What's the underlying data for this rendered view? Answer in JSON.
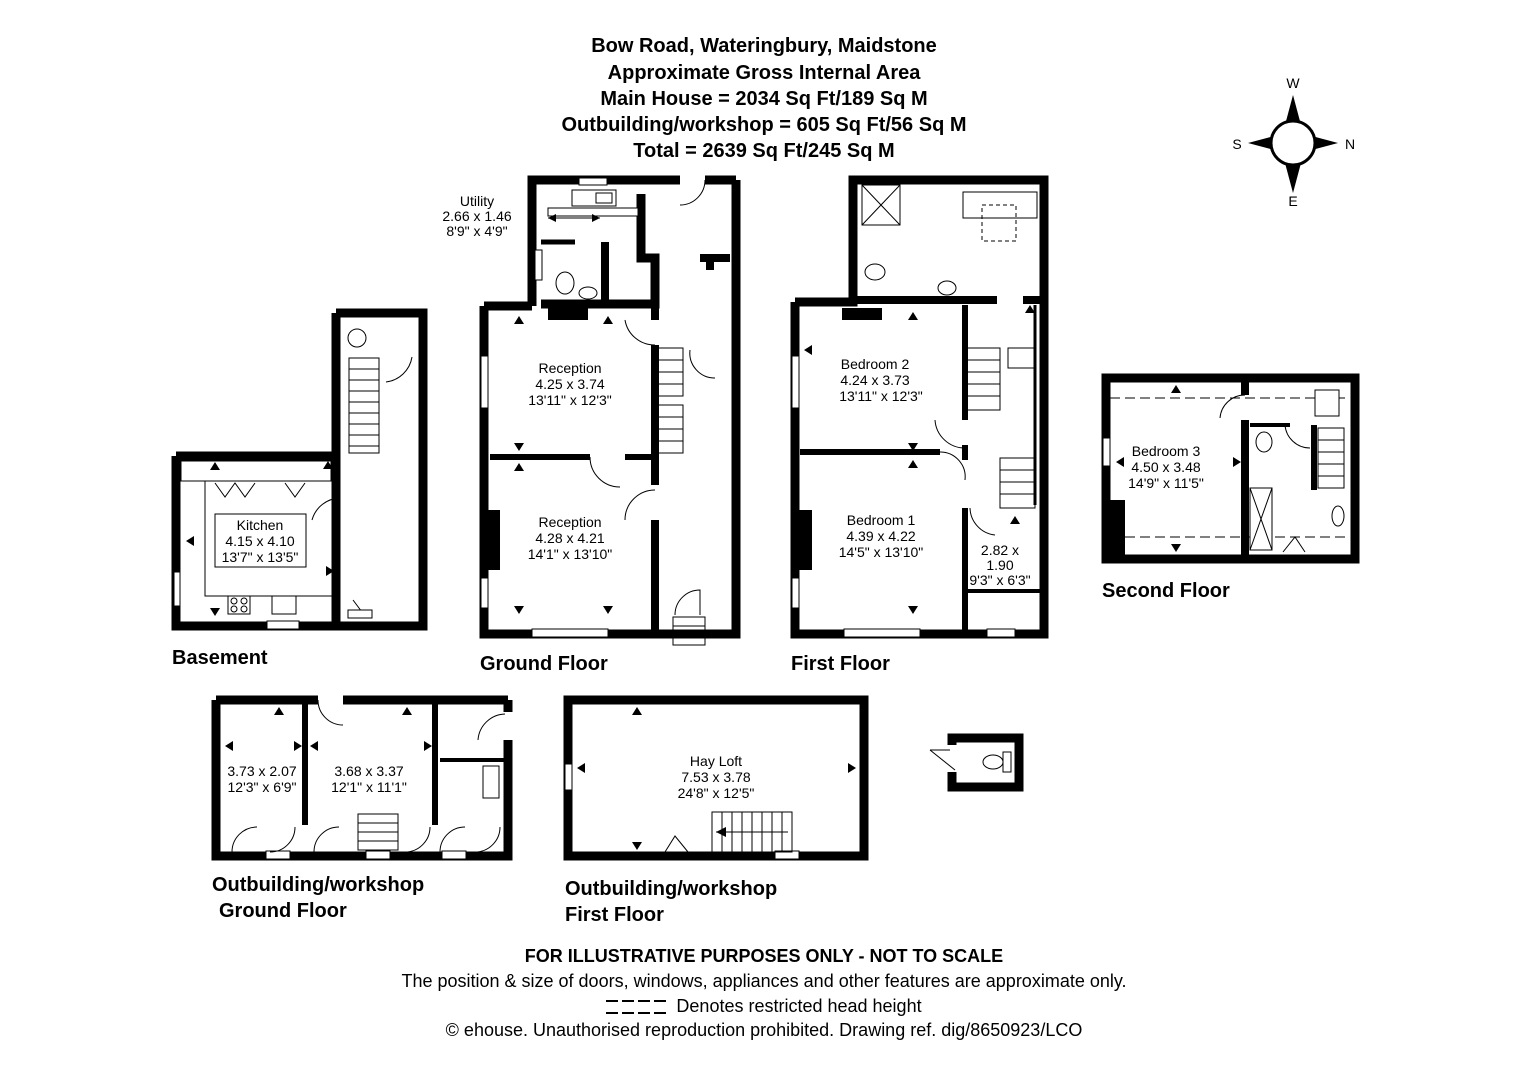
{
  "header": {
    "line1": "Bow Road, Wateringbury, Maidstone",
    "line2": "Approximate Gross Internal Area",
    "line3": "Main House = 2034 Sq Ft/189 Sq M",
    "line4": "Outbuilding/workshop = 605 Sq Ft/56 Sq M",
    "line5": "Total = 2639 Sq Ft/245 Sq M"
  },
  "compass": {
    "top": "W",
    "left": "S",
    "right": "N",
    "bottom": "E"
  },
  "floors": {
    "basement": "Basement",
    "ground": "Ground Floor",
    "first": "First Floor",
    "second": "Second Floor",
    "out_ground_1": "Outbuilding/workshop",
    "out_ground_2": "Ground Floor",
    "out_first_1": "Outbuilding/workshop",
    "out_first_2": "First Floor"
  },
  "rooms": {
    "kitchen": {
      "name": "Kitchen",
      "metric": "4.15 x 4.10",
      "imperial": "13'7\" x 13'5\""
    },
    "utility": {
      "name": "Utility",
      "metric": "2.66 x 1.46",
      "imperial": "8'9\" x 4'9\""
    },
    "reception_rear": {
      "name": "Reception",
      "metric": "4.25 x 3.74",
      "imperial": "13'11\" x 12'3\""
    },
    "reception_front": {
      "name": "Reception",
      "metric": "4.28 x 4.21",
      "imperial": "14'1\" x 13'10\""
    },
    "bedroom2": {
      "name": "Bedroom 2",
      "metric": "4.24 x 3.73",
      "imperial": "13'11\" x 12'3\""
    },
    "bedroom1": {
      "name": "Bedroom 1",
      "metric": "4.39 x 4.22",
      "imperial": "14'5\" x 13'10\""
    },
    "small_room": {
      "metric_1": "2.82 x",
      "metric_2": "1.90",
      "imperial": "9'3\" x 6'3\""
    },
    "bedroom3": {
      "name": "Bedroom 3",
      "metric": "4.50 x 3.48",
      "imperial": "14'9\" x 11'5\""
    },
    "workshop_a": {
      "metric": "3.73 x 2.07",
      "imperial": "12'3\" x 6'9\""
    },
    "workshop_b": {
      "metric": "3.68 x 3.37",
      "imperial": "12'1\" x 11'1\""
    },
    "hay_loft": {
      "name": "Hay Loft",
      "metric": "7.53 x 3.78",
      "imperial": "24'8\" x 12'5\""
    }
  },
  "footer": {
    "disclaimer": "FOR ILLUSTRATIVE PURPOSES ONLY - NOT TO SCALE",
    "note": "The position & size of doors, windows, appliances and other features are approximate only.",
    "legend": "Denotes restricted head height",
    "copyright": "© ehouse. Unauthorised reproduction prohibited. Drawing ref. dig/8650923/LCO"
  }
}
